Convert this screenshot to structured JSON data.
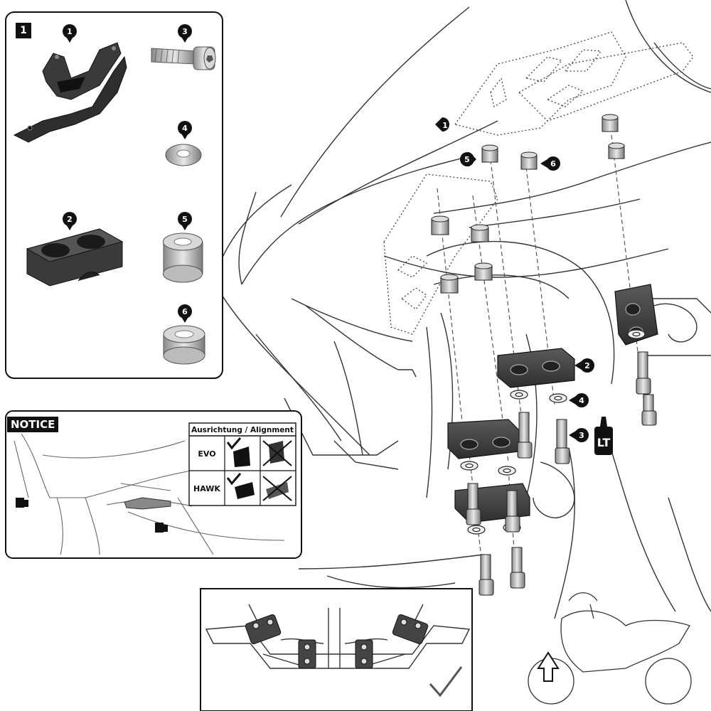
{
  "step": {
    "number": "1"
  },
  "notice": {
    "title": "NOTICE",
    "table": {
      "header": "Ausrichtung / Alignment",
      "rows": [
        {
          "label": "EVO"
        },
        {
          "label": "HAWK"
        }
      ]
    }
  },
  "parts": [
    {
      "number": "1"
    },
    {
      "number": "2"
    },
    {
      "number": "3"
    },
    {
      "number": "4"
    },
    {
      "number": "5"
    },
    {
      "number": "6"
    }
  ],
  "callouts": [
    {
      "number": "1"
    },
    {
      "number": "5"
    },
    {
      "number": "6"
    },
    {
      "number": "2"
    },
    {
      "number": "4"
    },
    {
      "number": "3"
    }
  ],
  "threadlocker": {
    "label": "LT"
  },
  "colors": {
    "ink": "#111111",
    "part_metal": "#3a3a3a",
    "line": "#555555"
  }
}
